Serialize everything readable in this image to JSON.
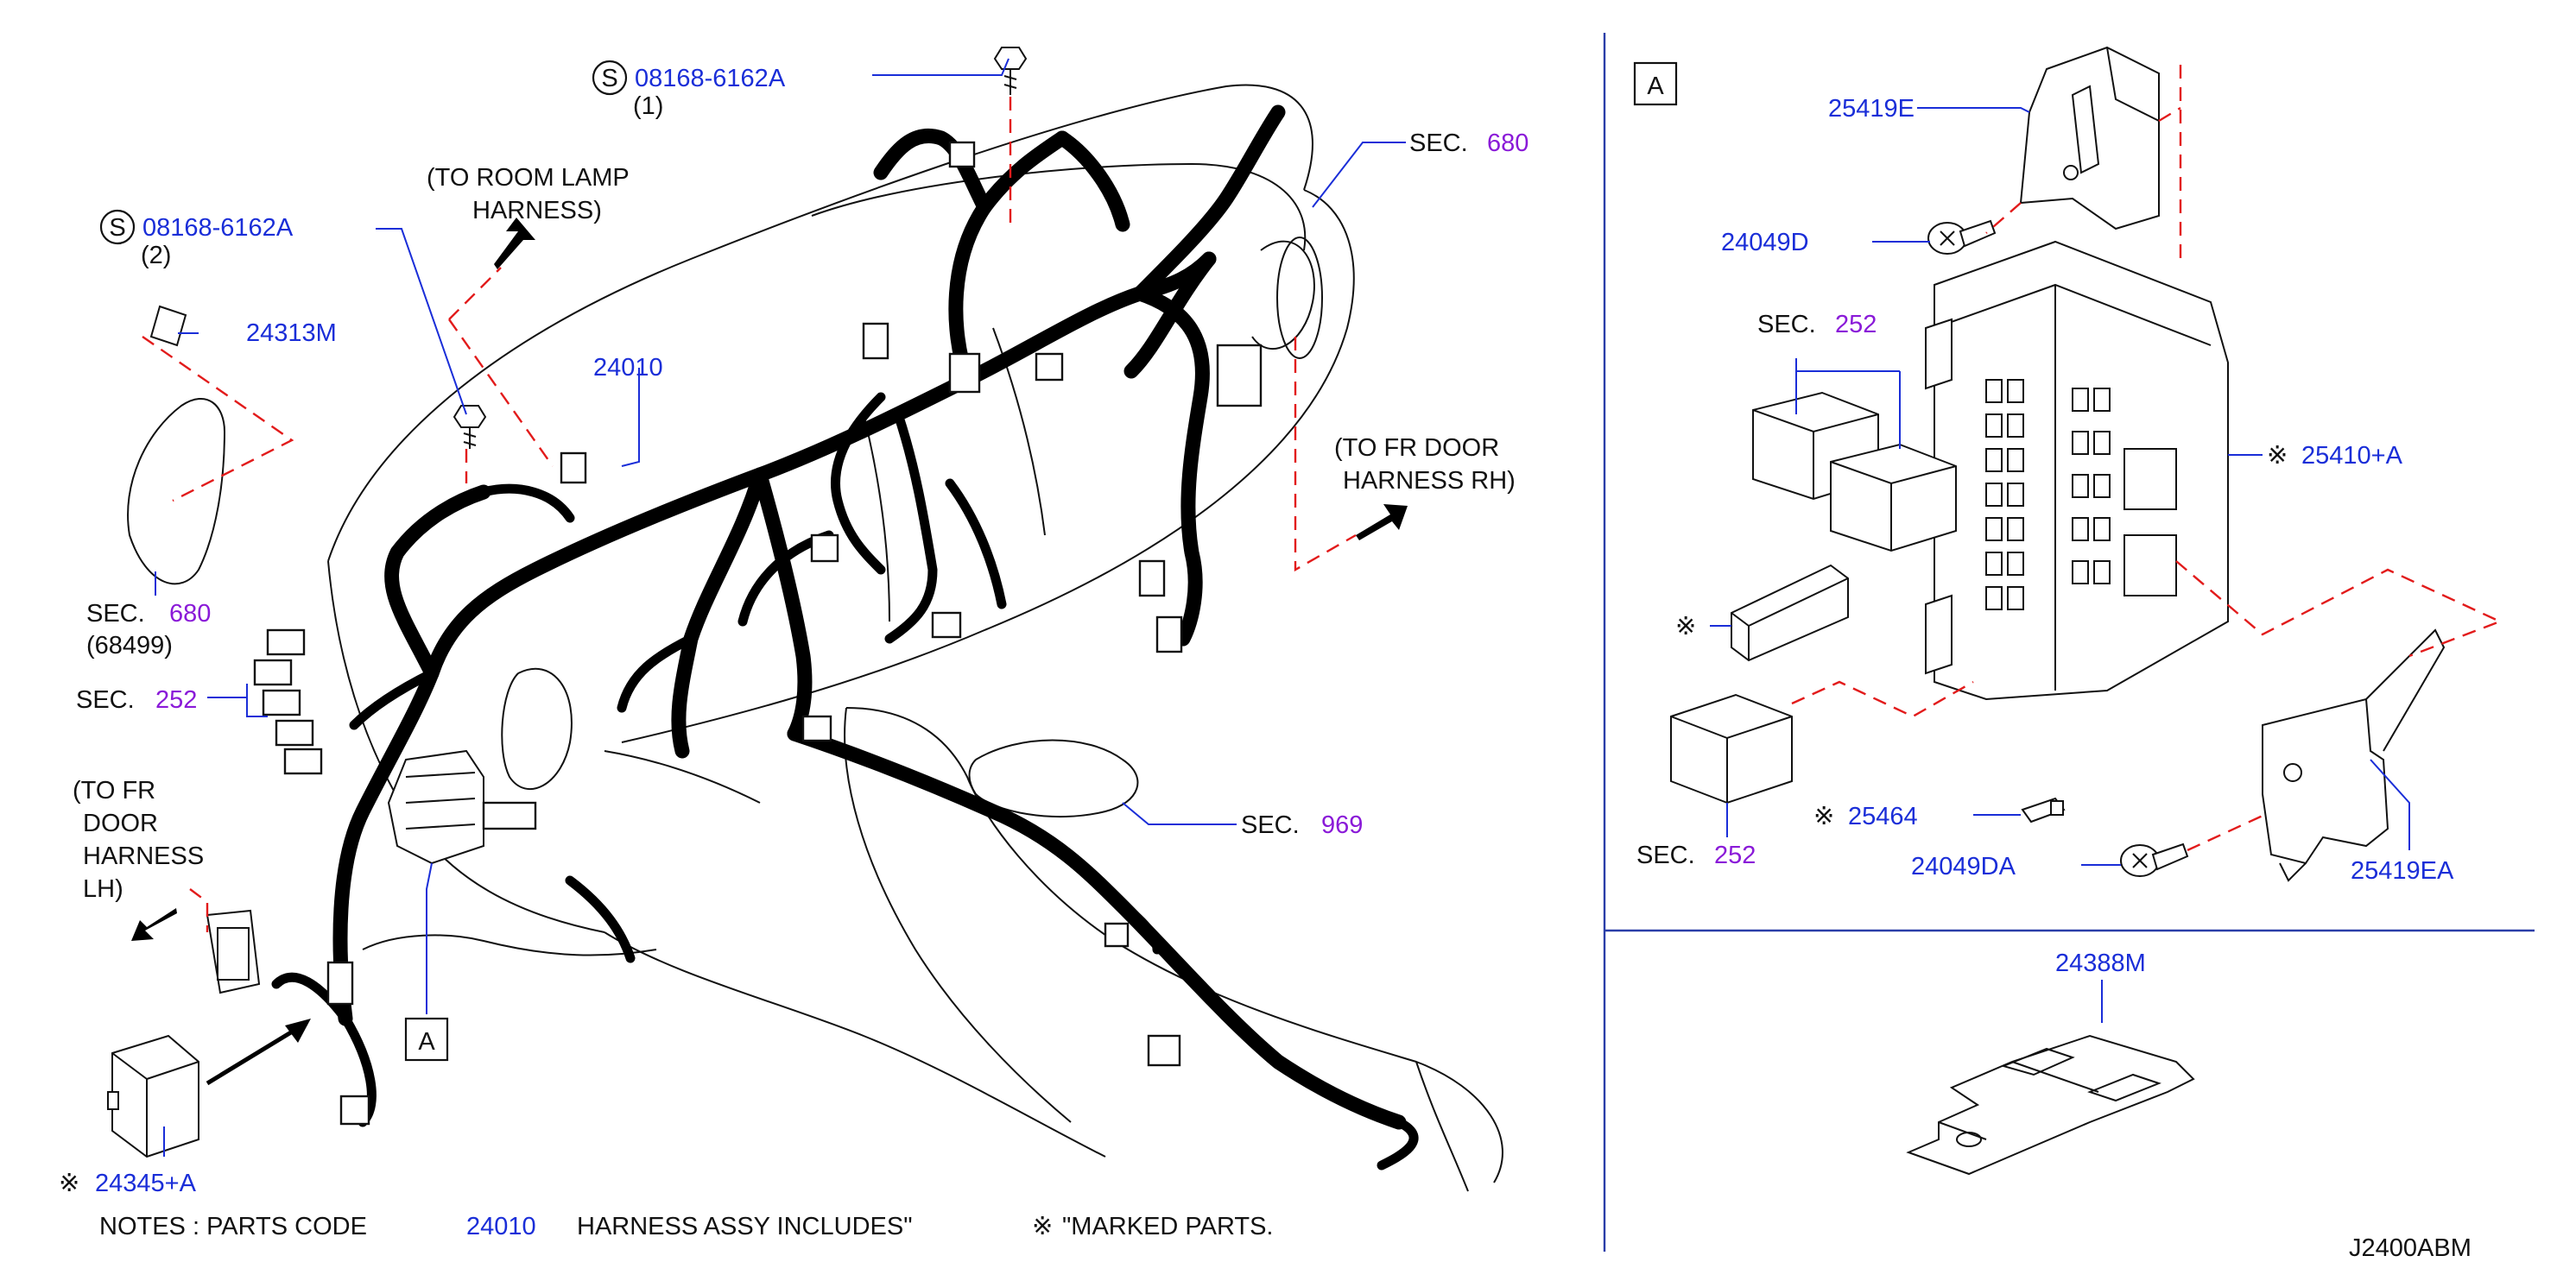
{
  "diagram_code": "J2400ABM",
  "notes": {
    "prefix": "NOTES  :  PARTS  CODE",
    "code": "24010",
    "suffix": "HARNESS  ASSY  INCLUDES\"",
    "marker": "※",
    "marked": "\"MARKED  PARTS."
  },
  "callouts": {
    "bolt_1": {
      "symbol": "S",
      "part": "08168-6162A",
      "qty": "(1)"
    },
    "bolt_2": {
      "symbol": "S",
      "part": "08168-6162A",
      "qty": "(2)"
    },
    "room_lamp": {
      "line1": "(TO  ROOM  LAMP",
      "line2": "HARNESS)"
    },
    "fr_door_rh": {
      "line1": "(TO  FR  DOOR",
      "line2": "HARNESS  RH)"
    },
    "fr_door_lh": {
      "line1": "(TO  FR",
      "line2": "DOOR",
      "line3": "HARNESS",
      "line4": "LH)"
    },
    "part_24313M": "24313M",
    "part_24010": "24010",
    "sec_680_top": {
      "label": "SEC.",
      "num": "680"
    },
    "sec_680_left": {
      "label": "SEC.",
      "num": "680",
      "sub": "(68499)"
    },
    "sec_252_left": {
      "label": "SEC.",
      "num": "252"
    },
    "sec_969": {
      "label": "SEC.",
      "num": "969"
    },
    "part_24345A": {
      "marker": "※",
      "part": "24345+A"
    },
    "box_a": "A"
  },
  "panel_a": {
    "tag": "A",
    "part_25419E": "25419E",
    "part_24049D": "24049D",
    "sec_252_top": {
      "label": "SEC.",
      "num": "252"
    },
    "part_25410A": {
      "marker": "※",
      "part": "25410+A"
    },
    "clip_marker": "※",
    "sec_252_bottom": {
      "label": "SEC.",
      "num": "252"
    },
    "part_25464": {
      "marker": "※",
      "part": "25464"
    },
    "part_24049DA": "24049DA",
    "part_25419EA": "25419EA"
  },
  "panel_b": {
    "part_24388M": "24388M"
  }
}
